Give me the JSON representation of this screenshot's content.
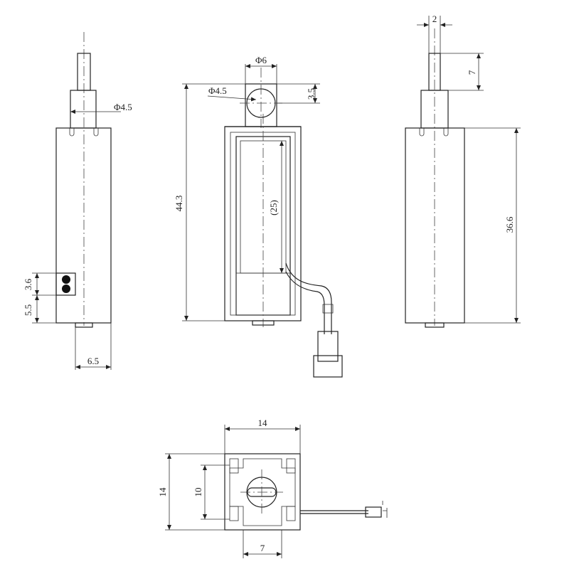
{
  "views": {
    "left": {
      "phi45": "Φ4.5",
      "d36": "3.6",
      "d55": "5.5",
      "d65": "6.5"
    },
    "center": {
      "phi6": "Φ6",
      "phi45": "Φ4.5",
      "d35": "3.5",
      "d443": "44.3",
      "d25": "(25)"
    },
    "right": {
      "d2": "2",
      "d7": "7",
      "d366": "36.6"
    },
    "bottom": {
      "d14top": "14",
      "d14left": "14",
      "d10": "10",
      "d7": "7"
    }
  },
  "colors": {
    "line": "#222222",
    "fill_dark": "#111111",
    "background": "#ffffff"
  }
}
